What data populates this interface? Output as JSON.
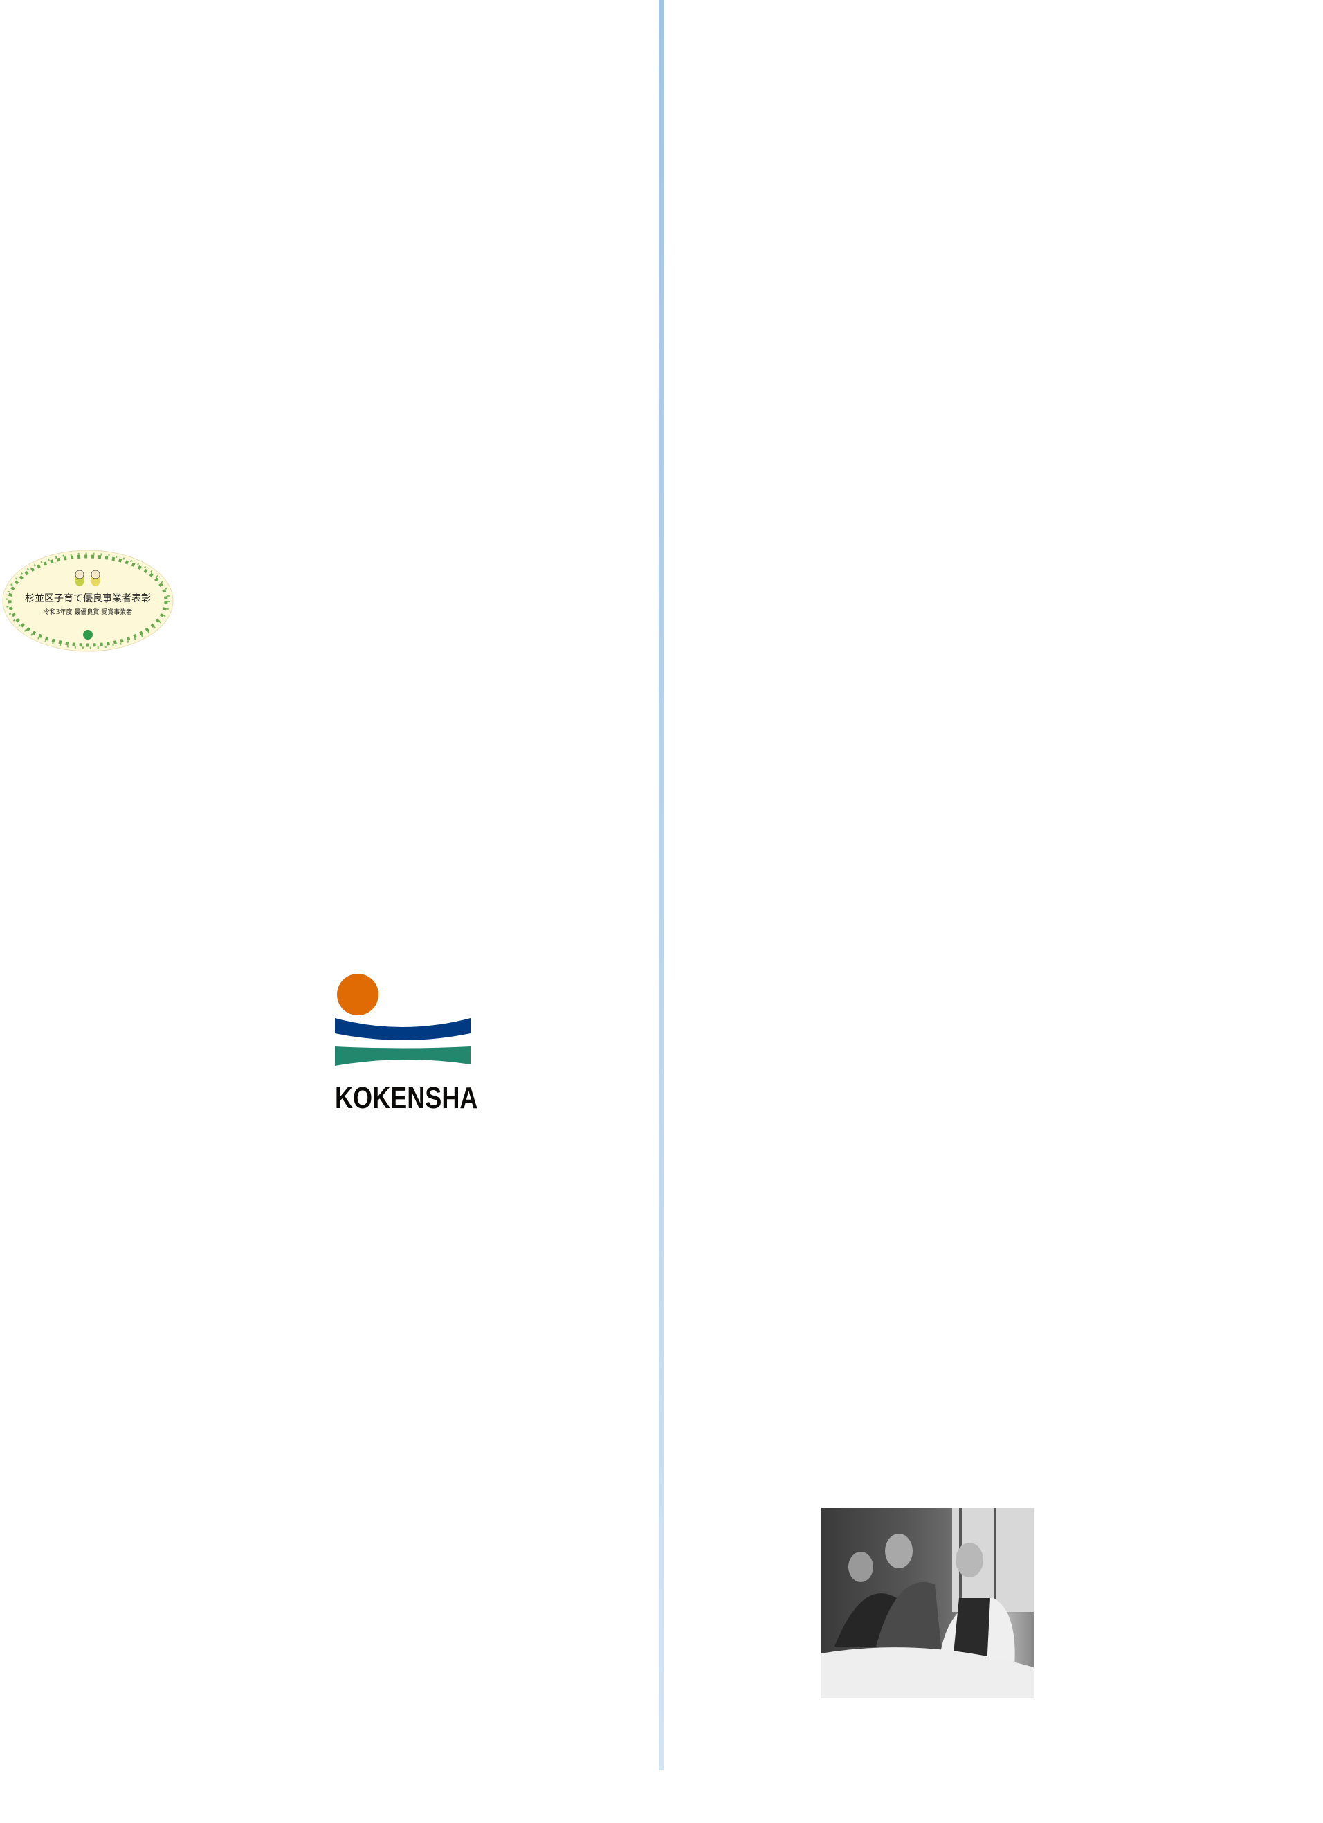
{
  "badge": {
    "title": "杉並区子育て優良事業者表彰",
    "subtitle": "令和3年度 最優良賞 受賞事業者"
  },
  "logo": {
    "text": "KOKENSHA",
    "colors": {
      "sun": "#e06b05",
      "upper_band": "#003a82",
      "lower_band": "#22876d"
    }
  },
  "divider": {
    "color": "#a2c4e6"
  }
}
